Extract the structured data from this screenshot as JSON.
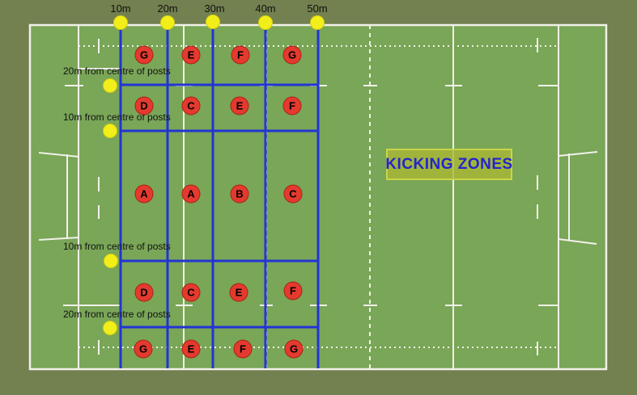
{
  "banner": {
    "label": "KICKING ZONES"
  },
  "distance_markers_top": [
    "10m",
    "20m",
    "30m",
    "40m",
    "50m"
  ],
  "post_annotations": [
    "20m from centre of posts",
    "10m from centre of posts",
    "10m from centre of posts",
    "20m from centre of posts"
  ],
  "zones": {
    "rows": [
      [
        "G",
        "E",
        "F",
        "G"
      ],
      [
        "D",
        "C",
        "E",
        "F"
      ],
      [
        "A",
        "A",
        "B",
        "C"
      ],
      [
        "D",
        "C",
        "E",
        "F"
      ],
      [
        "G",
        "E",
        "F",
        "G"
      ]
    ]
  },
  "colors": {
    "background": "#73804f",
    "field": "#79a657",
    "line_white": "#f1f1e9",
    "grid_blue": "#2334d4",
    "marker_yellow": "#f2ee1a",
    "marker_yellow_border": "#d6cd11",
    "zone_red": "#e43a2e",
    "zone_red_border": "#aa2219",
    "text_black": "#111111",
    "banner_fill": "rgba(170,184,52,0.8)",
    "banner_border": "#c8d64a",
    "banner_text": "#2424cd"
  }
}
